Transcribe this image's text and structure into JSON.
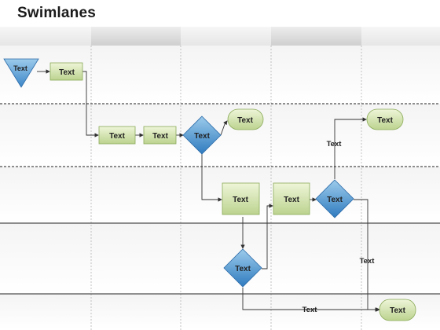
{
  "diagram": {
    "title": "Swimlanes",
    "shape_text": "Text",
    "colors": {
      "box_fill_top": "#eef5d8",
      "box_fill_bottom": "#bcd38f",
      "box_stroke": "#8aaa58",
      "diamond_fill_top": "#8cc0e6",
      "diamond_fill_bottom": "#2f7bbf",
      "diamond_stroke": "#2a6aa8",
      "triangle_fill": "#4d95d2",
      "header_band": "#d9d9d9",
      "lane_line": "#222222",
      "connector": "#333333"
    },
    "nodes": {
      "start": {
        "label": "Text"
      },
      "box1": {
        "label": "Text"
      },
      "box2": {
        "label": "Text"
      },
      "box3": {
        "label": "Text"
      },
      "diamond1": {
        "label": "Text"
      },
      "pill1": {
        "label": "Text"
      },
      "box4": {
        "label": "Text"
      },
      "box5": {
        "label": "Text"
      },
      "diamond2": {
        "label": "Text"
      },
      "pill2": {
        "label": "Text"
      },
      "diamond3": {
        "label": "Text"
      },
      "pill3": {
        "label": "Text"
      }
    },
    "edge_labels": {
      "to_pill2": "Text",
      "down_right": "Text",
      "bottom": "Text"
    }
  }
}
